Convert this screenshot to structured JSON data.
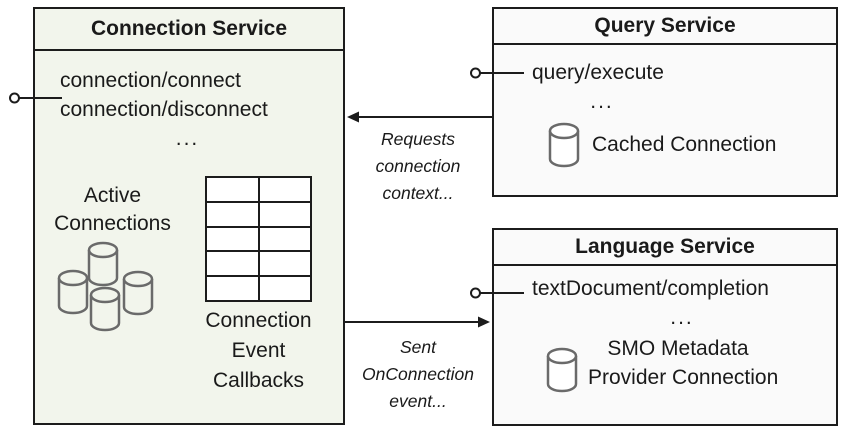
{
  "colors": {
    "connection_box_fill": "#f2f5ec",
    "service_box_fill": "#fafafa",
    "border": "#1c1c1c",
    "cylinder_stroke": "#6a6a6a",
    "text": "#1a1a1a"
  },
  "connection_service": {
    "title": "Connection Service",
    "endpoints": [
      "connection/connect",
      "connection/disconnect"
    ],
    "ellipsis": "...",
    "active_connections_lines": [
      "Active",
      "Connections"
    ],
    "callbacks_table": {
      "rows": 5,
      "cols": 2
    },
    "callbacks_lines": [
      "Connection",
      "Event",
      "Callbacks"
    ]
  },
  "query_service": {
    "title": "Query Service",
    "endpoints": [
      "query/execute"
    ],
    "ellipsis": "...",
    "cached_connection_label": "Cached Connection"
  },
  "language_service": {
    "title": "Language Service",
    "endpoints": [
      "textDocument/completion"
    ],
    "ellipsis": "...",
    "smo_lines": [
      "SMO Metadata",
      "Provider Connection"
    ]
  },
  "edges": {
    "requests_label_lines": [
      "Requests",
      "connection",
      "context..."
    ],
    "sent_label_lines": [
      "Sent",
      "OnConnection",
      "event..."
    ]
  }
}
